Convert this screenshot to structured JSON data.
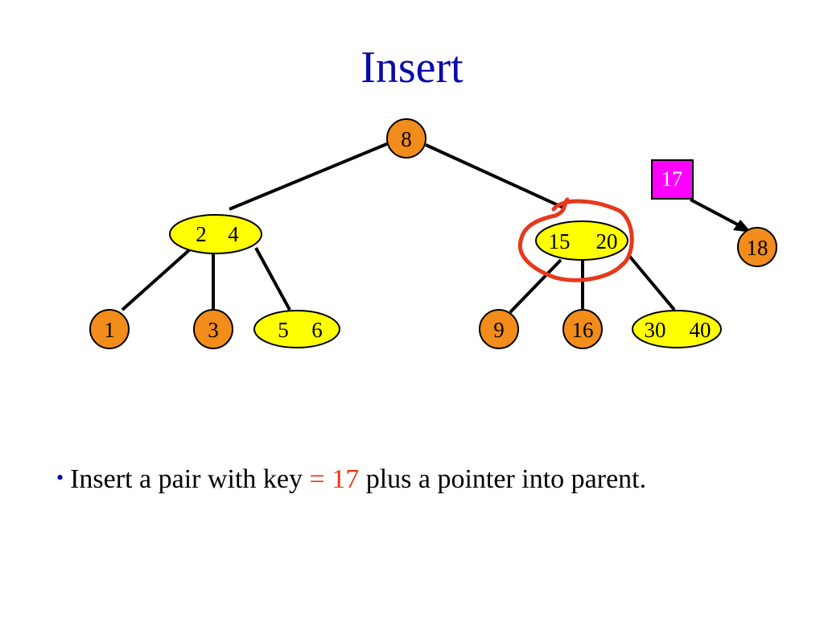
{
  "title": "Insert",
  "tree": {
    "root": "8",
    "level1": [
      {
        "left": "2",
        "right": "4"
      },
      {
        "left": "15",
        "right": "20"
      }
    ],
    "leaves": [
      "1",
      "3",
      "5",
      "6",
      "9",
      "16",
      "30",
      "40"
    ],
    "new_key": "17",
    "new_leaf": "18"
  },
  "colors": {
    "title": "#0a0aa8",
    "orange_node": "#f28c1a",
    "yellow_node": "#ffff00",
    "new_key_box": "#ff00ff",
    "circle_highlight": "#e8381c"
  },
  "bullet": {
    "text_before": "Insert a pair with key",
    "eq": "=",
    "key": "17",
    "text_after": "plus a pointer into parent."
  }
}
